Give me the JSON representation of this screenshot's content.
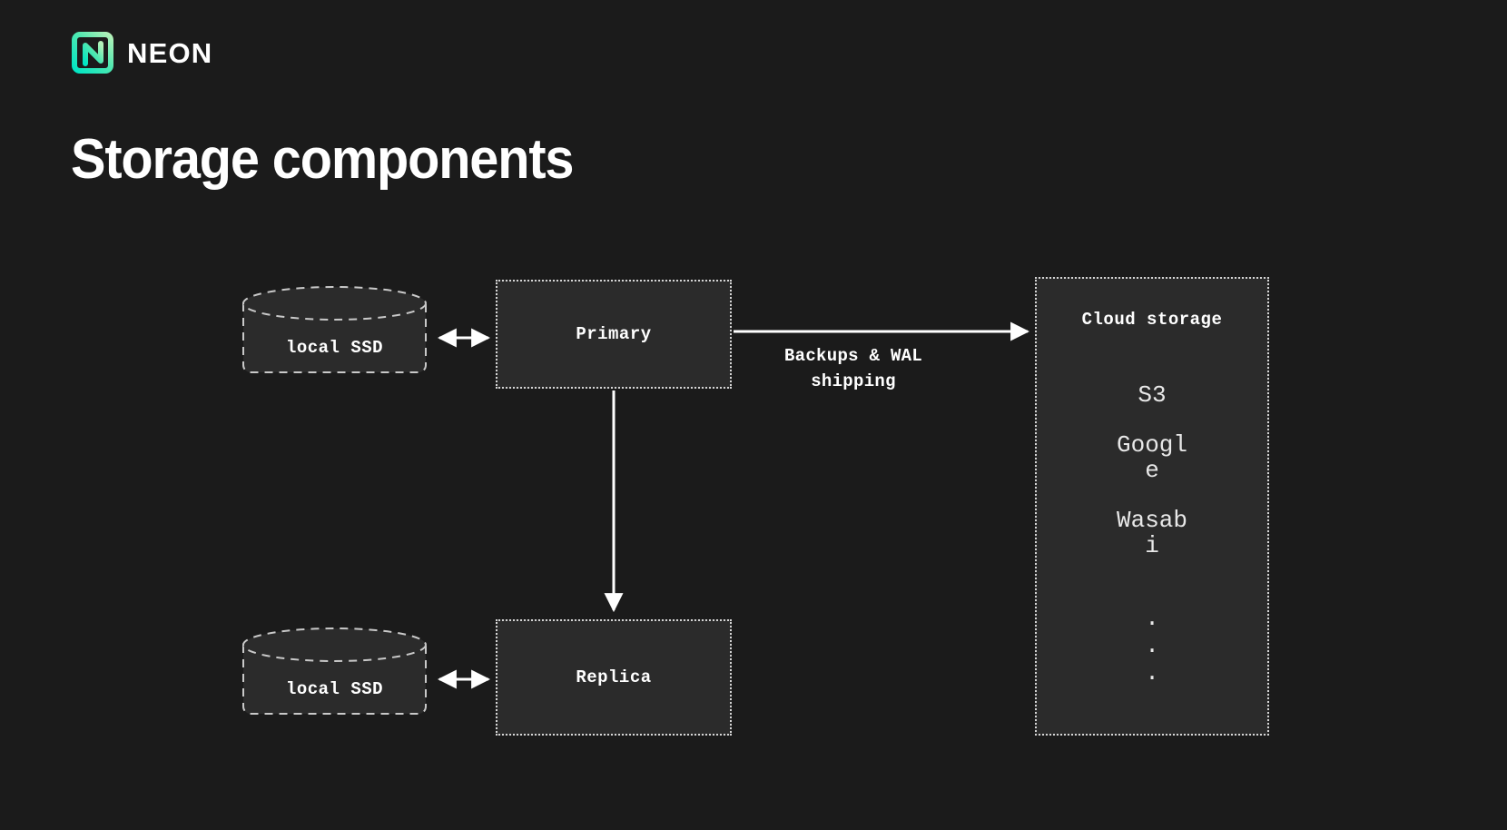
{
  "brand": {
    "name": "NEON",
    "logo_icon": "neon-logo-icon",
    "gradient_start": "#00e0c0",
    "gradient_end": "#a6f0b8"
  },
  "page": {
    "title": "Storage components",
    "background": "#1b1b1b",
    "box_fill": "#2b2b2b",
    "border_color": "#d5d5d5",
    "text_color": "#ffffff"
  },
  "diagram": {
    "type": "architecture-diagram",
    "nodes": [
      {
        "id": "local-ssd-primary",
        "shape": "cylinder",
        "label": "local SSD"
      },
      {
        "id": "primary",
        "shape": "dotted-box",
        "label": "Primary"
      },
      {
        "id": "local-ssd-replica",
        "shape": "cylinder",
        "label": "local SSD"
      },
      {
        "id": "replica",
        "shape": "dotted-box",
        "label": "Replica"
      },
      {
        "id": "cloud-storage",
        "shape": "dotted-box",
        "label": "Cloud storage"
      }
    ],
    "cloud_storage": {
      "title": "Cloud storage",
      "items": [
        "Google",
        "Wasabi"
      ],
      "first_item": "S3",
      "ellipsis": ".\n.\n."
    },
    "edges": [
      {
        "id": "ssd-primary",
        "from": "local-ssd-primary",
        "to": "primary",
        "arrow": "both",
        "label": ""
      },
      {
        "id": "primary-cloud",
        "from": "primary",
        "to": "cloud-storage",
        "arrow": "end",
        "label": "Backups & WAL\nshipping"
      },
      {
        "id": "primary-replica",
        "from": "primary",
        "to": "replica",
        "arrow": "end",
        "label": ""
      },
      {
        "id": "ssd-replica",
        "from": "local-ssd-replica",
        "to": "replica",
        "arrow": "both",
        "label": ""
      }
    ]
  }
}
